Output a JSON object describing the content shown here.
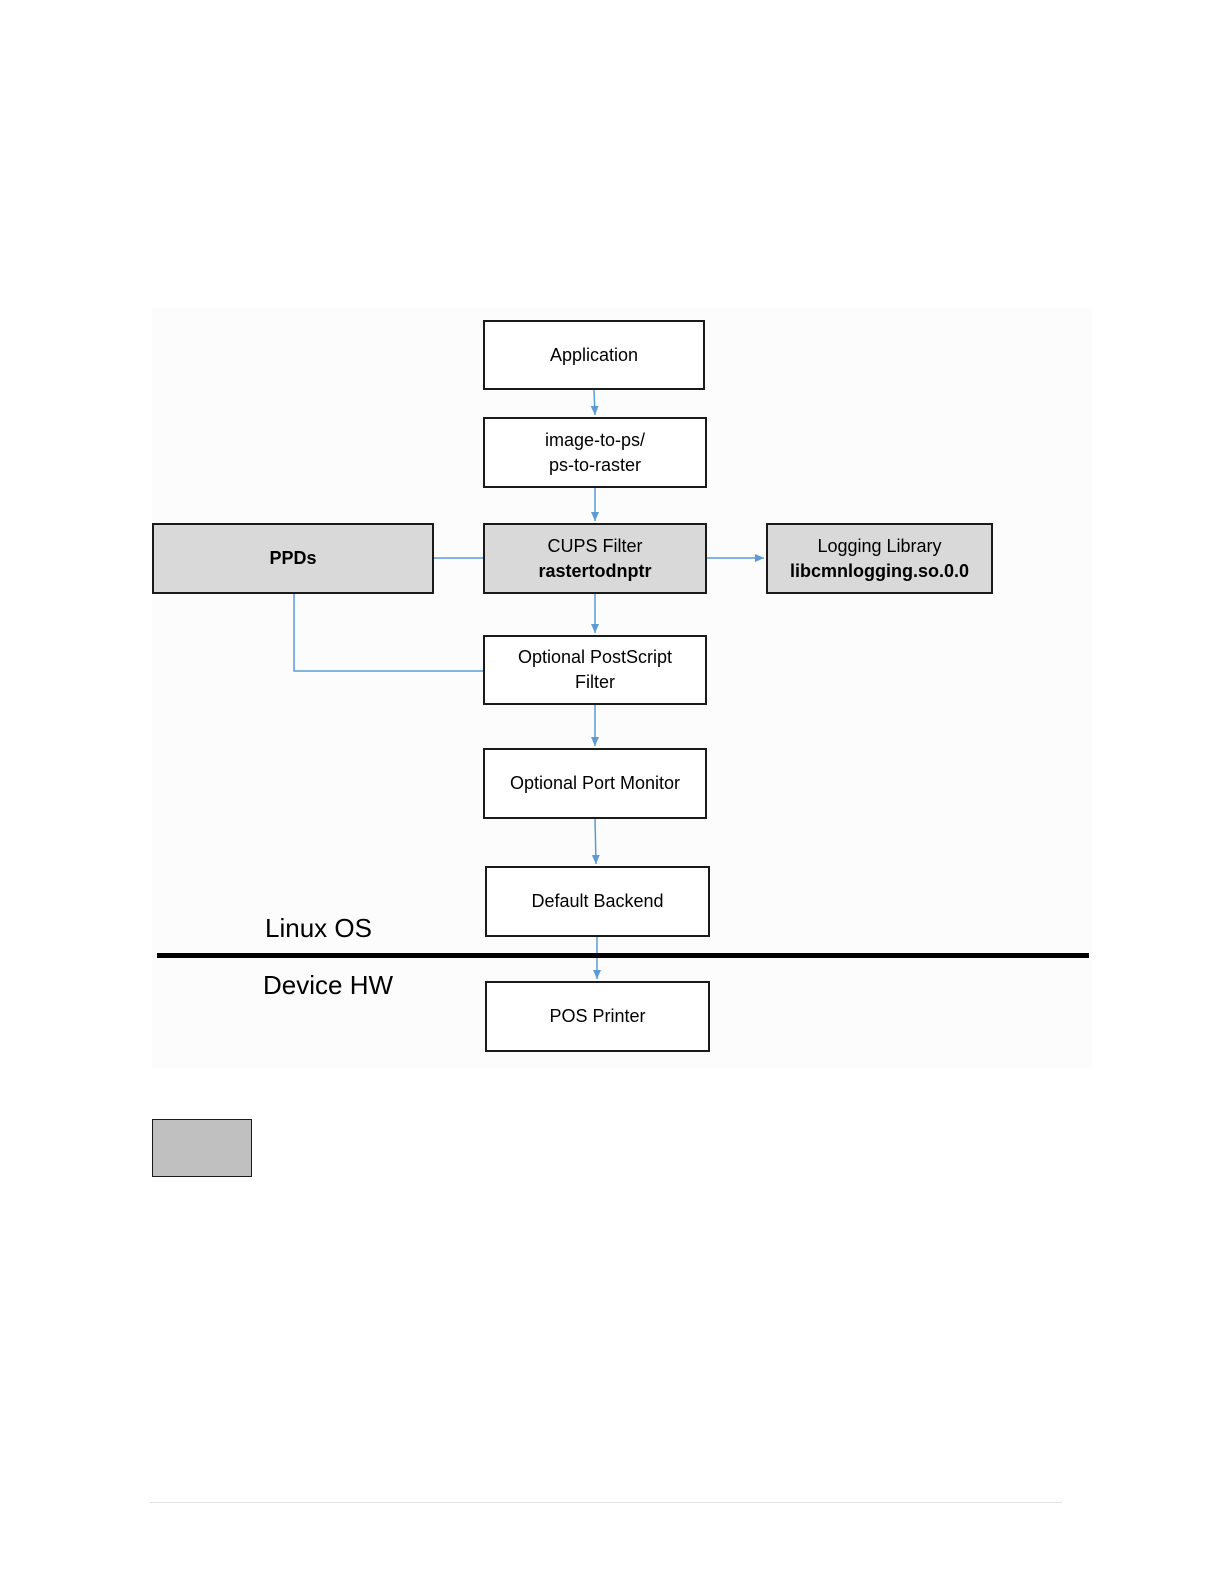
{
  "diagram": {
    "nodes": [
      {
        "id": "application",
        "lines": [
          "Application"
        ]
      },
      {
        "id": "image-to-ps",
        "lines": [
          "image-to-ps/",
          "ps-to-raster"
        ]
      },
      {
        "id": "cups-filter",
        "lines": [
          "CUPS Filter",
          "rastertodnptr"
        ]
      },
      {
        "id": "ppds",
        "lines": [
          "PPDs"
        ]
      },
      {
        "id": "logging-library",
        "lines": [
          "Logging Library",
          "libcmnlogging.so.0.0"
        ]
      },
      {
        "id": "optional-postscript-filter",
        "lines": [
          "Optional PostScript",
          "Filter"
        ]
      },
      {
        "id": "optional-port-monitor",
        "lines": [
          "Optional Port Monitor"
        ]
      },
      {
        "id": "default-backend",
        "lines": [
          "Default Backend"
        ]
      },
      {
        "id": "pos-printer",
        "lines": [
          "POS Printer"
        ]
      }
    ],
    "regions": {
      "upper": "Linux OS",
      "lower": "Device HW"
    },
    "colors": {
      "connector": "#5b9bd5",
      "shaded_box": "#d9d9d9",
      "legend_box": "#c0c0c0"
    }
  }
}
